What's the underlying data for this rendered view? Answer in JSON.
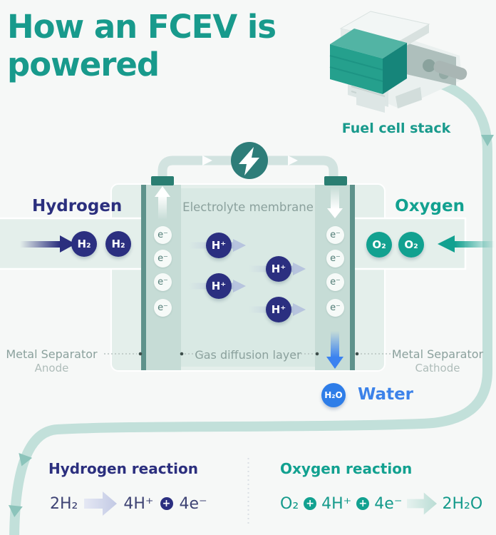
{
  "title": {
    "text": "How an FCEV is powered"
  },
  "stack": {
    "label": "Fuel cell stack"
  },
  "diagram": {
    "hydrogen_label": "Hydrogen",
    "oxygen_label": "Oxygen",
    "membrane_label": "Electrolyte membrane",
    "gdl_label": "Gas diffusion layer",
    "left_separator": {
      "title": "Metal Separator",
      "sub": "Anode"
    },
    "right_separator": {
      "title": "Metal Separator",
      "sub": "Cathode"
    },
    "molecules": {
      "h2": "H₂",
      "o2": "O₂",
      "h_plus": "H⁺",
      "electron": "e⁻"
    },
    "water": {
      "molecule": "H₂O",
      "label": "Water"
    }
  },
  "reactions": {
    "plus": "+",
    "hydrogen": {
      "title": "Hydrogen reaction",
      "lhs": "2H₂",
      "mid": "4H⁺",
      "rhs": "4e⁻"
    },
    "oxygen": {
      "title": "Oxygen reaction",
      "t1": "O₂",
      "t2": "4H⁺",
      "t3": "4e⁻",
      "result": "2H₂O"
    }
  },
  "colors": {
    "accent_teal": "#189a8c",
    "navy": "#2b2f7e",
    "molecule_teal": "#12a190",
    "water_blue": "#2e7de8",
    "lightning_circle": "#2e7d79",
    "flow_line": "#c2e0da",
    "cell_body": "#e4efeb",
    "membrane": "#d9e9e4",
    "gdl_column": "#c6dcd6",
    "separator_strip": "#5e928b",
    "background": "#f6f8f7"
  }
}
